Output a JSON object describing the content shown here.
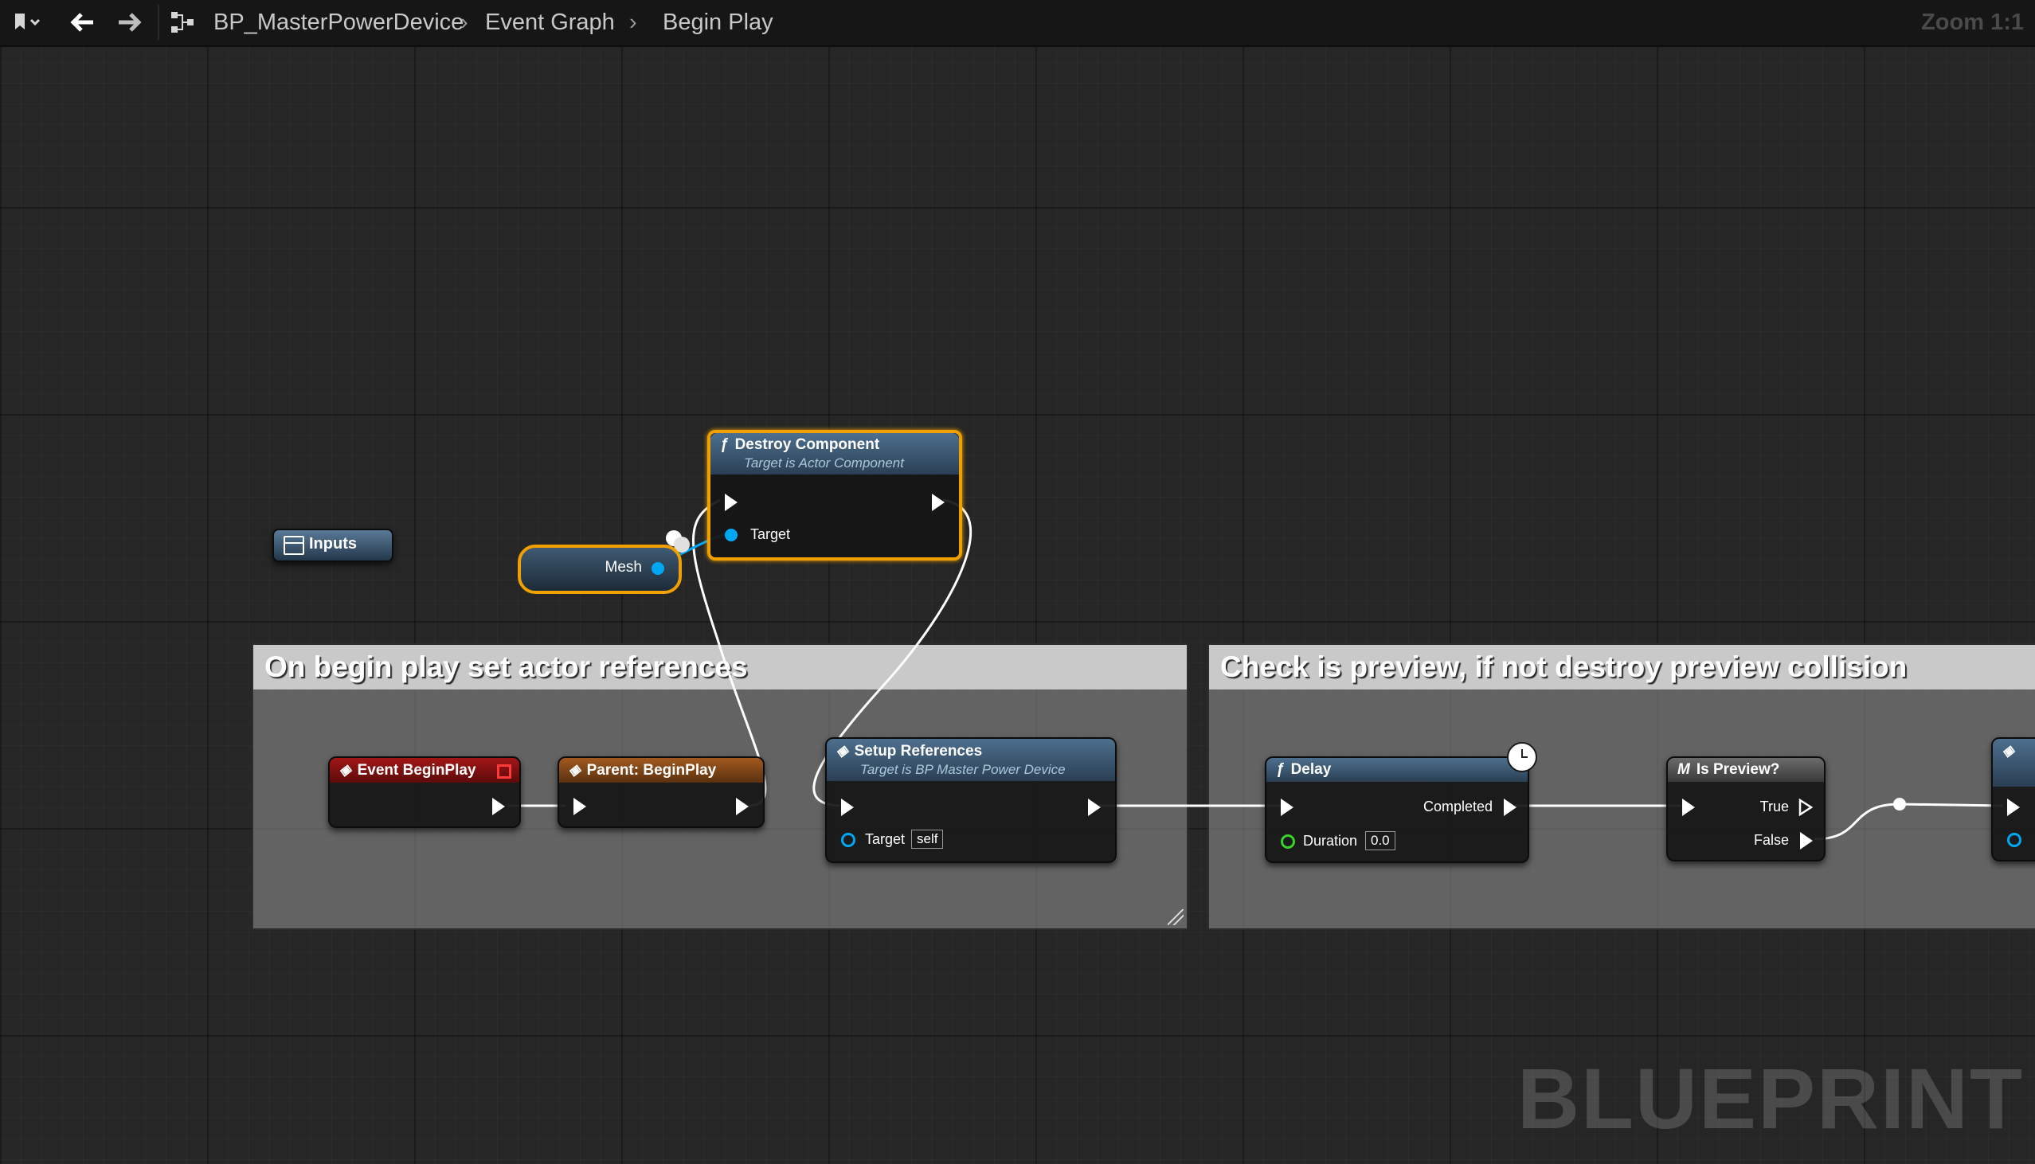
{
  "toolbar": {
    "bookmark_icon": "bookmark-icon",
    "back_icon": "back-arrow-icon",
    "forward_icon": "forward-arrow-icon",
    "graph_icon": "graph-hierarchy-icon",
    "breadcrumb": [
      "BP_MasterPowerDevice",
      "Event Graph",
      "Begin Play"
    ],
    "zoom": "Zoom 1:1"
  },
  "comments": [
    {
      "title": "On begin play set actor references"
    },
    {
      "title": "Check is preview, if not destroy preview collision"
    }
  ],
  "nodes": {
    "destroy_component": {
      "title": "Destroy Component",
      "subtitle": "Target is Actor Component",
      "target_label": "Target"
    },
    "inputs": {
      "title": "Inputs"
    },
    "mesh": {
      "label": "Mesh"
    },
    "event_begin_play": {
      "title": "Event BeginPlay"
    },
    "parent_begin_play": {
      "title": "Parent: BeginPlay"
    },
    "setup_references": {
      "title": "Setup References",
      "subtitle": "Target is BP Master Power Device",
      "target_label": "Target",
      "target_value": "self"
    },
    "delay": {
      "title": "Delay",
      "completed_label": "Completed",
      "duration_label": "Duration",
      "duration_value": "0.0"
    },
    "is_preview": {
      "title": "Is Preview?",
      "true_label": "True",
      "false_label": "False"
    }
  },
  "colors": {
    "exec_wire": "#ffffff",
    "object_pin": "#00a8f3",
    "float_pin": "#39d22b",
    "selection": "#f0a000",
    "event_header": "#a21616",
    "function_header": "#4d6f8e",
    "parent_header": "#a1591f"
  },
  "watermark": "BLUEPRINT"
}
